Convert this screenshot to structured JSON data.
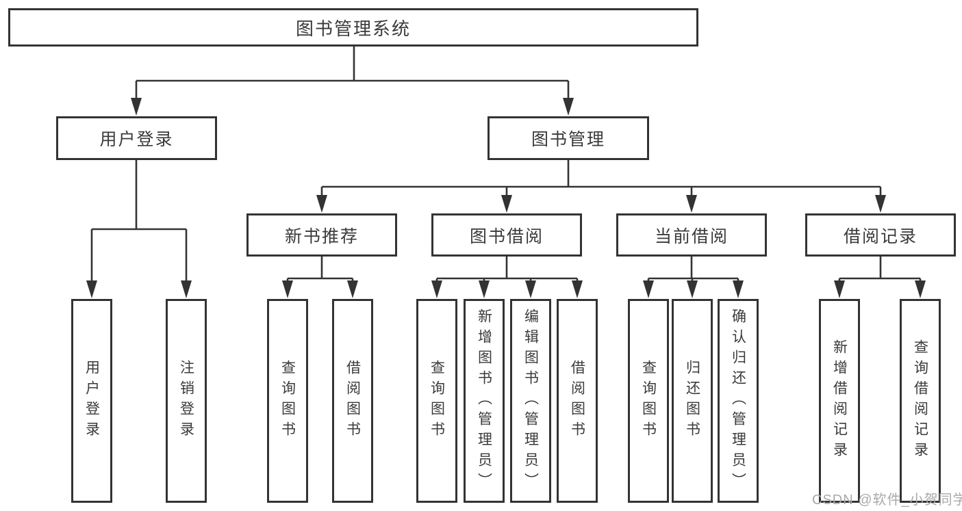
{
  "diagram": {
    "title_node": {
      "label": "图书管理系统"
    },
    "level1": [
      {
        "label": "用户登录"
      },
      {
        "label": "图书管理"
      }
    ],
    "level2": [
      {
        "label": "新书推荐",
        "parent": "图书管理"
      },
      {
        "label": "图书借阅",
        "parent": "图书管理"
      },
      {
        "label": "当前借阅",
        "parent": "图书管理"
      },
      {
        "label": "借阅记录",
        "parent": "图书管理"
      }
    ],
    "leaves": [
      {
        "label": "用户登录",
        "parent": "用户登录"
      },
      {
        "label": "注销登录",
        "parent": "用户登录"
      },
      {
        "label": "查询图书",
        "parent": "新书推荐"
      },
      {
        "label": "借阅图书",
        "parent": "新书推荐"
      },
      {
        "label": "查询图书",
        "parent": "图书借阅"
      },
      {
        "label": "新增图书（管理员）",
        "parent": "图书借阅"
      },
      {
        "label": "编辑图书（管理员）",
        "parent": "图书借阅"
      },
      {
        "label": "借阅图书",
        "parent": "图书借阅"
      },
      {
        "label": "查询图书",
        "parent": "当前借阅"
      },
      {
        "label": "归还图书",
        "parent": "当前借阅"
      },
      {
        "label": "确认归还（管理员）",
        "parent": "当前借阅"
      },
      {
        "label": "新增借阅记录",
        "parent": "借阅记录"
      },
      {
        "label": "查询借阅记录",
        "parent": "借阅记录"
      }
    ]
  },
  "watermark": {
    "text": "CSDN @软件_小贺同学"
  },
  "colors": {
    "line": "#333333",
    "text": "#3a3a3a",
    "watermark": "#a9a9a9",
    "background": "#ffffff"
  }
}
